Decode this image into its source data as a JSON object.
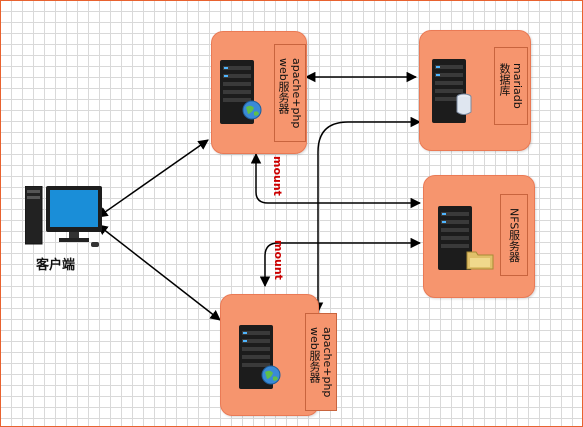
{
  "nodes": {
    "web1": {
      "label": "apache+php\nweb服务器"
    },
    "db": {
      "label": "mariadb\n数据库"
    },
    "nfs": {
      "label": "NFS服务器"
    },
    "web2": {
      "label": "apache+php\nweb服务器"
    },
    "client": {
      "label": "客户端"
    }
  },
  "edges": {
    "mount_top": "mount",
    "mount_bottom": "mount"
  },
  "colors": {
    "node_fill": "#f6956e",
    "node_border": "#ea7a55",
    "mount_text": "#cc0000",
    "frame": "#e8622f"
  }
}
